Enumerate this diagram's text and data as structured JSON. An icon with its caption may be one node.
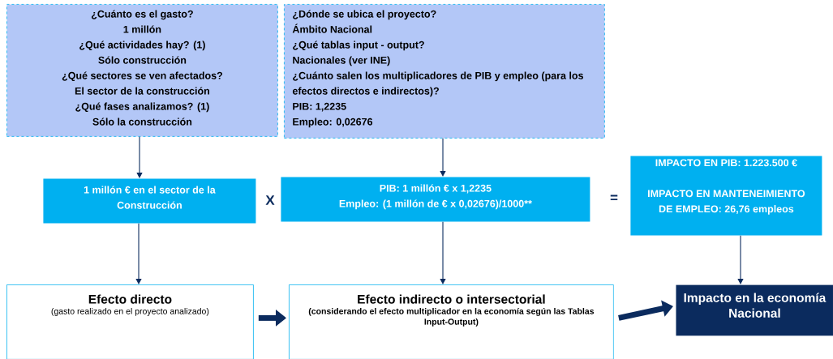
{
  "diagram": {
    "nodes": [
      {
        "text": [
          "¿Cuánto es el gasto?",
          "1 millón",
          "¿Qué actividades hay? (1)",
          "Sólo construcción",
          "¿Qué sectores se ven afectados?",
          "El sector de la construcción",
          "¿Qué fases analizamos? (1)",
          "Sólo la construcción"
        ]
      },
      {
        "text": [
          "¿Dónde se ubica el proyecto?",
          "Ámbito Nacional",
          "¿Qué tablas input - output?",
          "Nacionales (ver INE)",
          "¿Cuánto salen los multiplicadores de PIB y empleo (para los efectos directos e indirectos)?",
          "PIB: 1,2235",
          "Empleo: 0,02676"
        ]
      },
      {
        "text": [
          "1 millón € en el sector de la Construcción"
        ]
      },
      {
        "text": [
          "PIB: 1 millón € x 1,2235",
          "Empleo: (1 millón de € x 0,02676)/1000**"
        ]
      },
      {
        "text": [
          "IMPACTO EN PIB: 1.223.500 €",
          "IMPACTO EN MANTENEIMIENTO DE EMPLEO:   26,76 empleos"
        ]
      },
      {
        "text": [
          "Efecto directo",
          "(gasto realizado en el proyecto analizado)"
        ]
      },
      {
        "text": [
          "Efecto indirecto o intersectorial",
          "(considerando el efecto multiplicador en la economía según las Tablas Input-Output)"
        ]
      },
      {
        "text": [
          "Impacto en la economía Nacional"
        ]
      }
    ],
    "edges": [
      {
        "from": 0,
        "to": 2,
        "arrow": "to"
      },
      {
        "from": 1,
        "to": 3,
        "arrow": "to"
      },
      {
        "from": 2,
        "to": 5,
        "arrow": "to"
      },
      {
        "from": 3,
        "to": 6,
        "arrow": "to"
      },
      {
        "from": 4,
        "to": 7,
        "arrow": "to"
      },
      {
        "from": 5,
        "to": 6,
        "arrow": "to",
        "style": "thick"
      },
      {
        "from": 6,
        "to": 7,
        "arrow": "to",
        "style": "thick"
      }
    ],
    "labels": [
      "X",
      "="
    ]
  }
}
